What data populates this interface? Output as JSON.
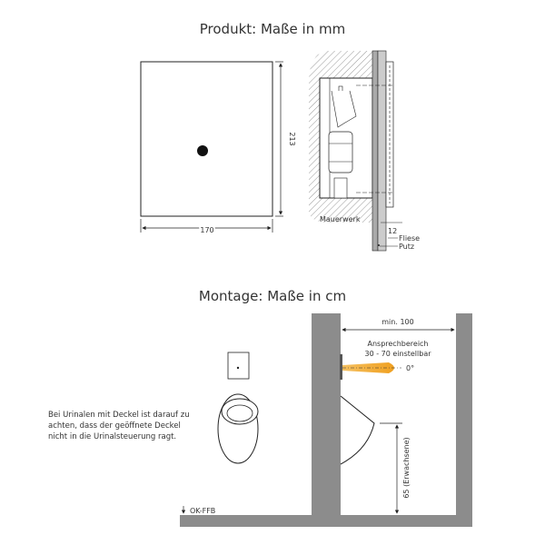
{
  "product": {
    "title": "Produkt: Maße in mm",
    "height_label": "213",
    "width_label": "170",
    "wall_label": "Mauerwerk",
    "depth_label": "12",
    "tile_label": "Fliese",
    "plaster_label": "Putz"
  },
  "mounting": {
    "title": "Montage: Maße in cm",
    "min_distance_label": "min. 100",
    "range_label_line1": "Ansprechbereich",
    "range_label_line2": "30 - 70 einstellbar",
    "angle_label": "0°",
    "height_label": "65 (Erwachsene)",
    "floor_label": "OK-FFB",
    "note_lines": [
      "Bei Urinalen mit Deckel ist darauf zu",
      "achten, dass der geöffnete Deckel",
      "nicht in die Urinalsteuerung ragt."
    ]
  },
  "colors": {
    "wall": "#8c8c8c",
    "beam": "#f0a830",
    "line": "#222222"
  }
}
